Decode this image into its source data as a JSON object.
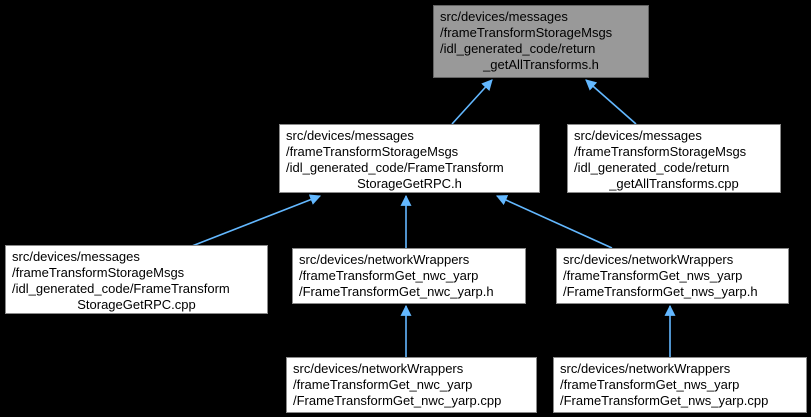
{
  "diagram": {
    "kind": "include-dependency-graph",
    "background": "#000000",
    "edge_color": "#63b8ff",
    "node_border_color": "#8a8a8a",
    "node_fill_default": "#ffffff",
    "node_fill_highlight": "#999999",
    "node_text_color": "#000000"
  },
  "nodes": [
    {
      "id": "return_getAllTransforms_h",
      "highlighted": true,
      "lines": [
        "src/devices/messages",
        "/frameTransformStorageMsgs",
        "/idl_generated_code/return",
        "_getAllTransforms.h"
      ]
    },
    {
      "id": "FrameTransformStorageGetRPC_h",
      "highlighted": false,
      "lines": [
        "src/devices/messages",
        "/frameTransformStorageMsgs",
        "/idl_generated_code/FrameTransform",
        "StorageGetRPC.h"
      ]
    },
    {
      "id": "return_getAllTransforms_cpp",
      "highlighted": false,
      "lines": [
        "src/devices/messages",
        "/frameTransformStorageMsgs",
        "/idl_generated_code/return",
        "_getAllTransforms.cpp"
      ]
    },
    {
      "id": "FrameTransformStorageGetRPC_cpp",
      "highlighted": false,
      "lines": [
        "src/devices/messages",
        "/frameTransformStorageMsgs",
        "/idl_generated_code/FrameTransform",
        "StorageGetRPC.cpp"
      ]
    },
    {
      "id": "FrameTransformGet_nwc_yarp_h",
      "highlighted": false,
      "lines": [
        "src/devices/networkWrappers",
        "/frameTransformGet_nwc_yarp",
        "/FrameTransformGet_nwc_yarp.h"
      ]
    },
    {
      "id": "FrameTransformGet_nws_yarp_h",
      "highlighted": false,
      "lines": [
        "src/devices/networkWrappers",
        "/frameTransformGet_nws_yarp",
        "/FrameTransformGet_nws_yarp.h"
      ]
    },
    {
      "id": "FrameTransformGet_nwc_yarp_cpp",
      "highlighted": false,
      "lines": [
        "src/devices/networkWrappers",
        "/frameTransformGet_nwc_yarp",
        "/FrameTransformGet_nwc_yarp.cpp"
      ]
    },
    {
      "id": "FrameTransformGet_nws_yarp_cpp",
      "highlighted": false,
      "lines": [
        "src/devices/networkWrappers",
        "/frameTransformGet_nws_yarp",
        "/FrameTransformGet_nws_yarp.cpp"
      ]
    }
  ],
  "edges": [
    {
      "from": "FrameTransformStorageGetRPC_h",
      "to": "return_getAllTransforms_h"
    },
    {
      "from": "return_getAllTransforms_cpp",
      "to": "return_getAllTransforms_h"
    },
    {
      "from": "FrameTransformStorageGetRPC_cpp",
      "to": "FrameTransformStorageGetRPC_h"
    },
    {
      "from": "FrameTransformGet_nwc_yarp_h",
      "to": "FrameTransformStorageGetRPC_h"
    },
    {
      "from": "FrameTransformGet_nws_yarp_h",
      "to": "FrameTransformStorageGetRPC_h"
    },
    {
      "from": "FrameTransformGet_nwc_yarp_cpp",
      "to": "FrameTransformGet_nwc_yarp_h"
    },
    {
      "from": "FrameTransformGet_nws_yarp_cpp",
      "to": "FrameTransformGet_nws_yarp_h"
    }
  ]
}
